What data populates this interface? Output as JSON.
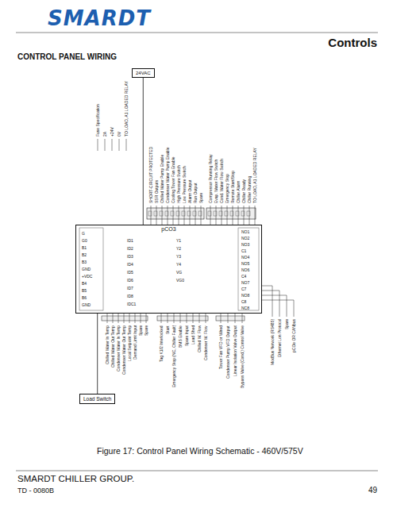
{
  "diagram": {
    "title": "CONTROL PANEL WIRING",
    "caption": "Figure 17: Control Panel Wiring Schematic - 460V/575V",
    "nodes": [
      {
        "text": [
          "pCO3"
        ]
      },
      {
        "text": [
          "24VAC"
        ]
      },
      {
        "text": [
          "Load Switch"
        ]
      }
    ],
    "edges": [
      {
        "from": 1,
        "to": 0,
        "arrow": "none"
      },
      {
        "from": 2,
        "to": 0,
        "arrow": "none"
      }
    ],
    "labels": [
      "SMARDT",
      "Controls",
      "SMARDT CHILLER GROUP.",
      "TD - 0080B",
      "49",
      "Fuse Specification",
      "2A",
      "+24V",
      "0V",
      "TO LOAD, A1 LOADED RELAY",
      "SHORT-CIRCUIT PROTECTED",
      "SSR Outputs",
      "Chilled Water Pump Enable",
      "Condenser Water Pump Enable",
      "Cooling Tower Fan Enable",
      "High Pressure Switch",
      "Low Pressure Switch",
      "Alarm Output",
      "Run Output",
      "Spare",
      "Compressor Running Relay",
      "Evap. Water Flow Switch",
      "Cond. Water Flow Switch",
      "Emergency Stop",
      "Remote Start/Stop",
      "Chiller Alarm",
      "Chiller Ready",
      "Chiller Running",
      "TO LOAD, A1 LOADED RELAY",
      "G",
      "G0",
      "B1",
      "B2",
      "B3",
      "GND",
      "+VDC",
      "B4",
      "B5",
      "B6",
      "GND",
      "ID1",
      "ID2",
      "ID3",
      "ID4",
      "ID5",
      "ID6",
      "ID7",
      "ID8",
      "IDC1",
      "Y1",
      "Y2",
      "Y3",
      "Y4",
      "VG",
      "VG0",
      "NO1",
      "NO2",
      "NO3",
      "C1",
      "NO4",
      "NO5",
      "NO6",
      "C4",
      "NO7",
      "C7",
      "NO8",
      "C8",
      "NC8",
      "Chilled Water In Temp",
      "Chilled Water Out Temp",
      "Condenser Water In Temp",
      "Condenser Water Out Temp",
      "Local Setpoint Temp",
      "Demand Limit Input",
      "Spare",
      "Spare",
      "Tag K1/2 Interlocked",
      "Start",
      "Emergency Stop (NC, Chiller Fault)",
      "BMS Enable",
      "Spare Input",
      "Load Shed",
      "Chilled W. Flow",
      "Condenser W. Flow",
      "Tower Fan VFD or Wired",
      "Condenser Pump VFD Output",
      "Linear Isolation Valve Output",
      "Bypass Valve (Cond.) Control Valve",
      "ModBus Network (RS485)",
      "Ethernet Lon Protocol",
      "Spare",
      "pCOe OR CANbus"
    ]
  }
}
